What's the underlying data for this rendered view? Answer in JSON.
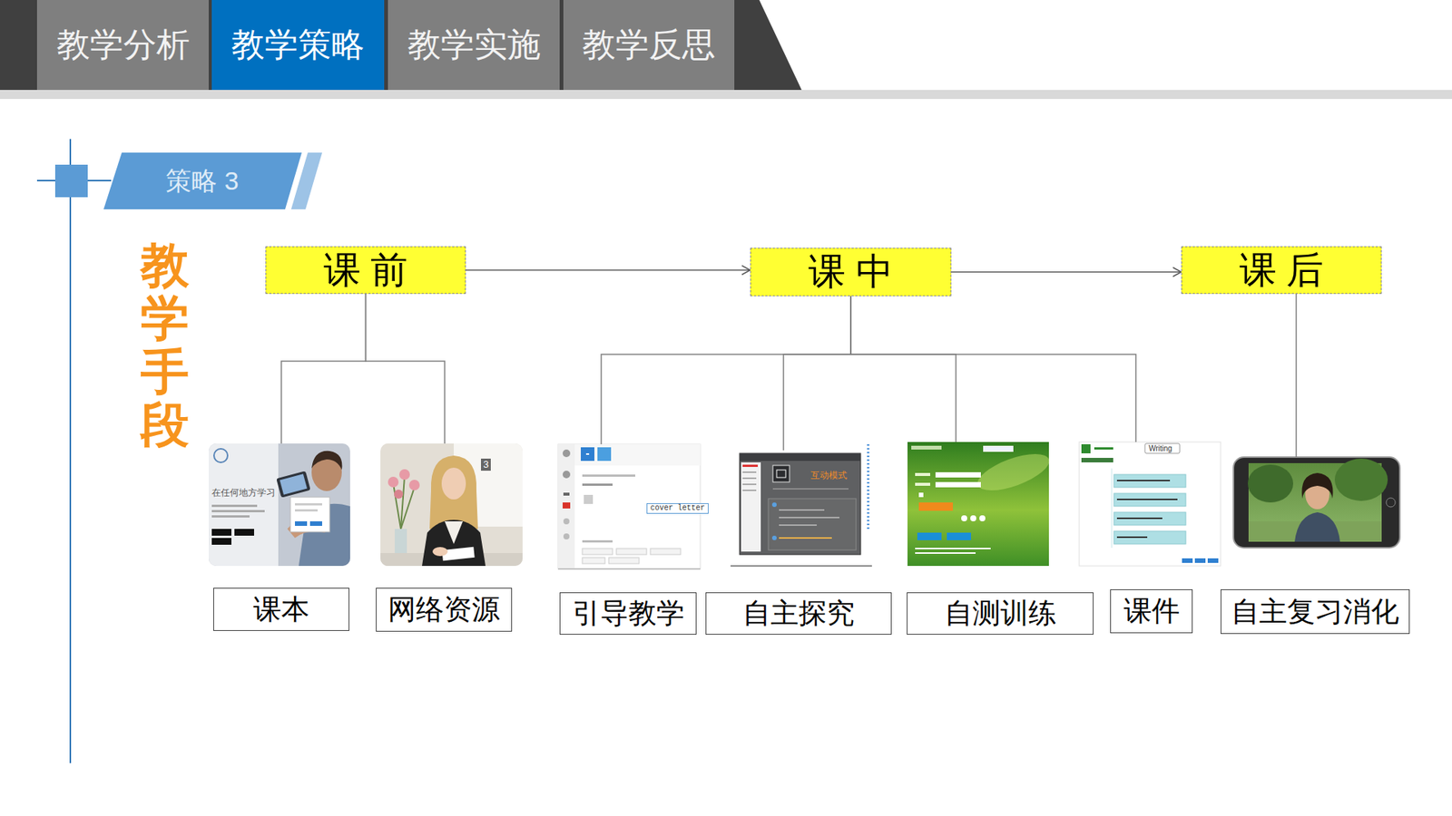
{
  "diagram": {
    "nodes": [
      {
        "text": [
          "教学分析"
        ]
      },
      {
        "text": [
          "教学策略"
        ]
      },
      {
        "text": [
          "教学实施"
        ]
      },
      {
        "text": [
          "教学反思"
        ]
      },
      {
        "text": [
          "策略 3"
        ]
      },
      {
        "text": [
          "课 前"
        ]
      },
      {
        "text": [
          "课 中"
        ]
      },
      {
        "text": [
          "课 后"
        ]
      },
      {
        "text": [
          "课本"
        ]
      },
      {
        "text": [
          "网络资源"
        ]
      },
      {
        "text": [
          "引导教学"
        ]
      },
      {
        "text": [
          "自主探究"
        ]
      },
      {
        "text": [
          "自测训练"
        ]
      },
      {
        "text": [
          "课件"
        ]
      },
      {
        "text": [
          "自主复习消化"
        ]
      }
    ],
    "edges": [
      {
        "from": 5,
        "to": 6,
        "arrow": "to"
      },
      {
        "from": 6,
        "to": 7,
        "arrow": "to"
      },
      {
        "from": 5,
        "to": 8,
        "arrow": "none"
      },
      {
        "from": 5,
        "to": 9,
        "arrow": "none"
      },
      {
        "from": 6,
        "to": 10,
        "arrow": "none"
      },
      {
        "from": 6,
        "to": 11,
        "arrow": "none"
      },
      {
        "from": 6,
        "to": 12,
        "arrow": "none"
      },
      {
        "from": 6,
        "to": 13,
        "arrow": "none"
      },
      {
        "from": 7,
        "to": 14,
        "arrow": "none"
      }
    ],
    "labels": [
      "教学手段",
      "在任何地方学习",
      "3",
      "cover letter",
      "互动模式",
      "Writing"
    ]
  }
}
